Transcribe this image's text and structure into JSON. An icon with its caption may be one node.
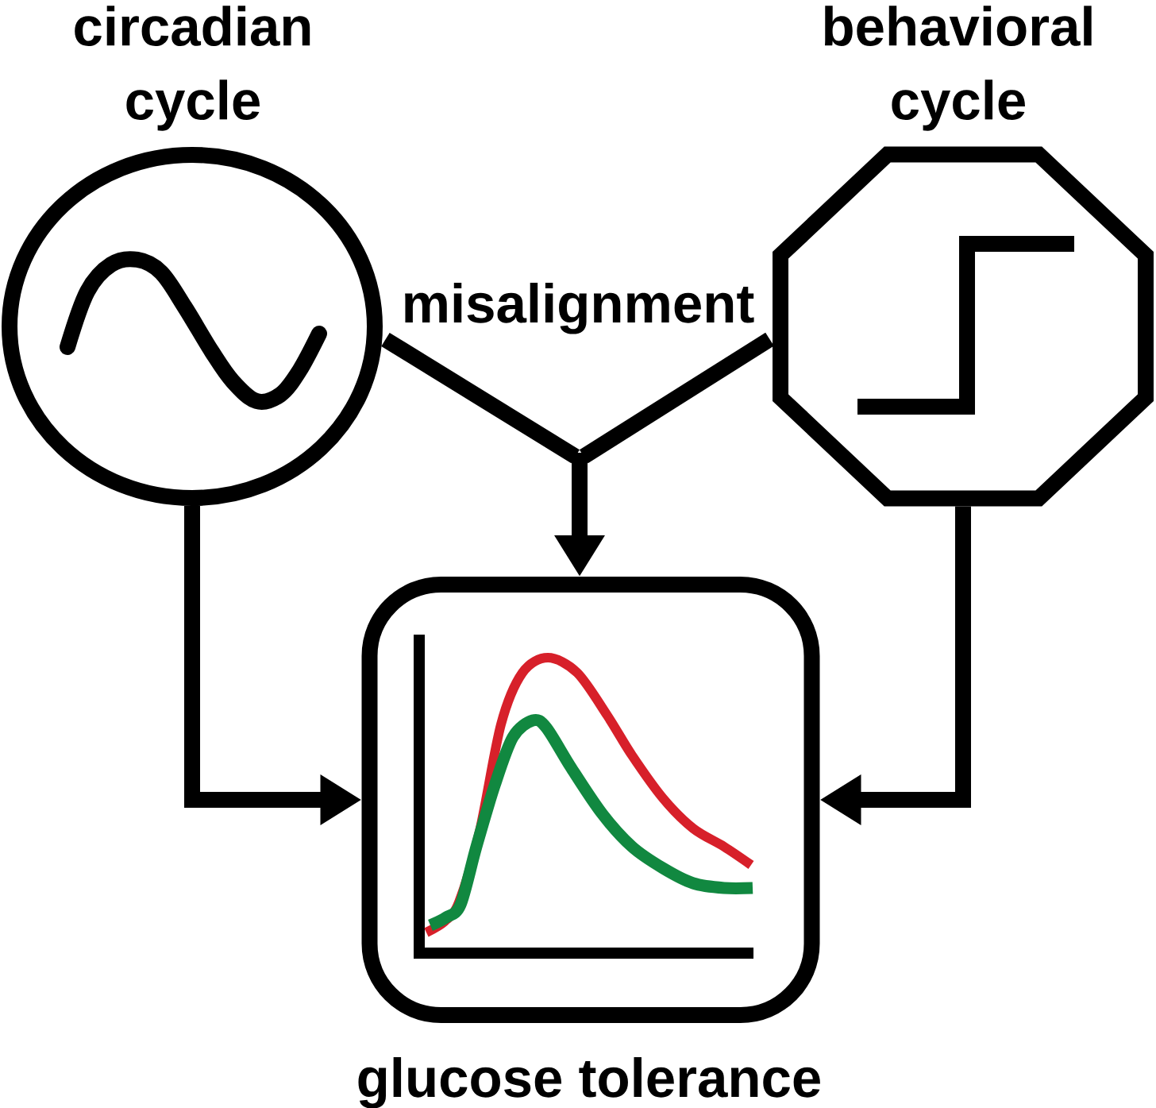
{
  "diagram": {
    "nodes": [
      {
        "text": [
          "circadian cycle"
        ]
      },
      {
        "text": [
          "behavioral cycle"
        ]
      },
      {
        "text": [
          "glucose tolerance"
        ]
      }
    ],
    "edges": [
      {
        "from": 0,
        "to": 2,
        "arrow": "to"
      },
      {
        "from": 1,
        "to": 2,
        "arrow": "to"
      },
      {
        "from": 0,
        "to": 2,
        "arrow": "to"
      },
      {
        "from": 1,
        "to": 2,
        "arrow": "to"
      }
    ],
    "labels": [
      "misalignment"
    ]
  }
}
